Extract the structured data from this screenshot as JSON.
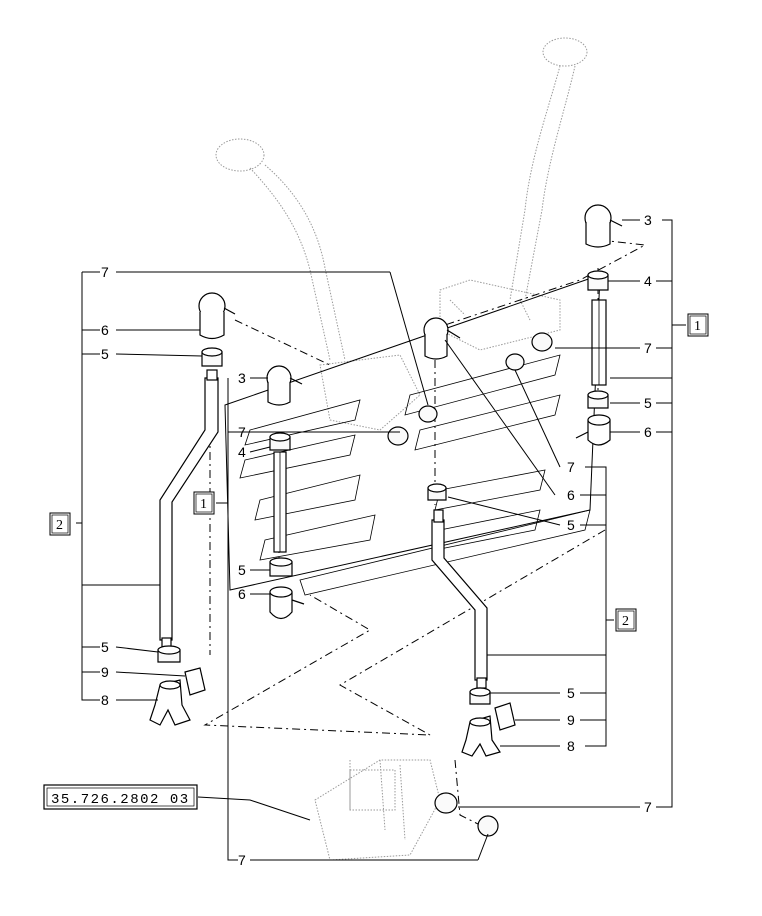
{
  "drawing": {
    "reference": "35.726.2802 03"
  },
  "assembly_refs": [
    "1",
    "2"
  ],
  "callouts": [
    "3",
    "4",
    "5",
    "6",
    "7",
    "8",
    "9"
  ]
}
